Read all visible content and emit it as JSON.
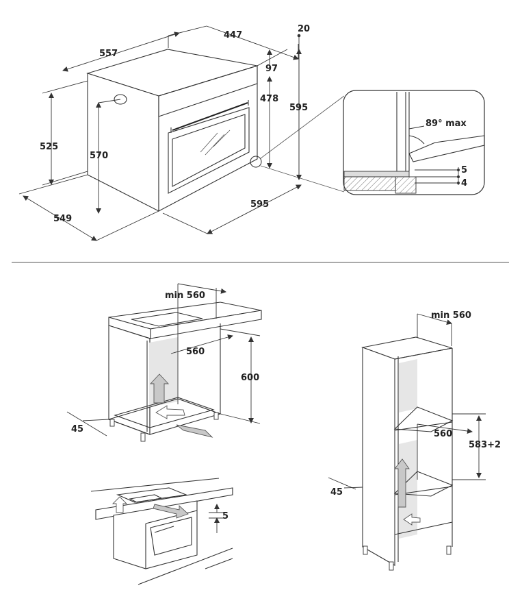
{
  "oven_dimensions": {
    "top_depth": "447",
    "top_width": "557",
    "front_gap": "20",
    "panel_height": "97",
    "cavity_height": "478",
    "overall_height": "595",
    "side_height": "525",
    "body_height": "570",
    "overall_depth": "549",
    "overall_width": "595"
  },
  "detail": {
    "angle": "89° max",
    "gap_upper": "5",
    "gap_lower": "4"
  },
  "under_counter": {
    "niche_width": "min 560",
    "inner_width": "560",
    "niche_height": "600",
    "back_gap": "45"
  },
  "counter_detail": {
    "gap": "5"
  },
  "tall_cabinet": {
    "niche_width": "min 560",
    "inner_width": "560",
    "niche_height": "583+2",
    "back_gap": "45"
  }
}
